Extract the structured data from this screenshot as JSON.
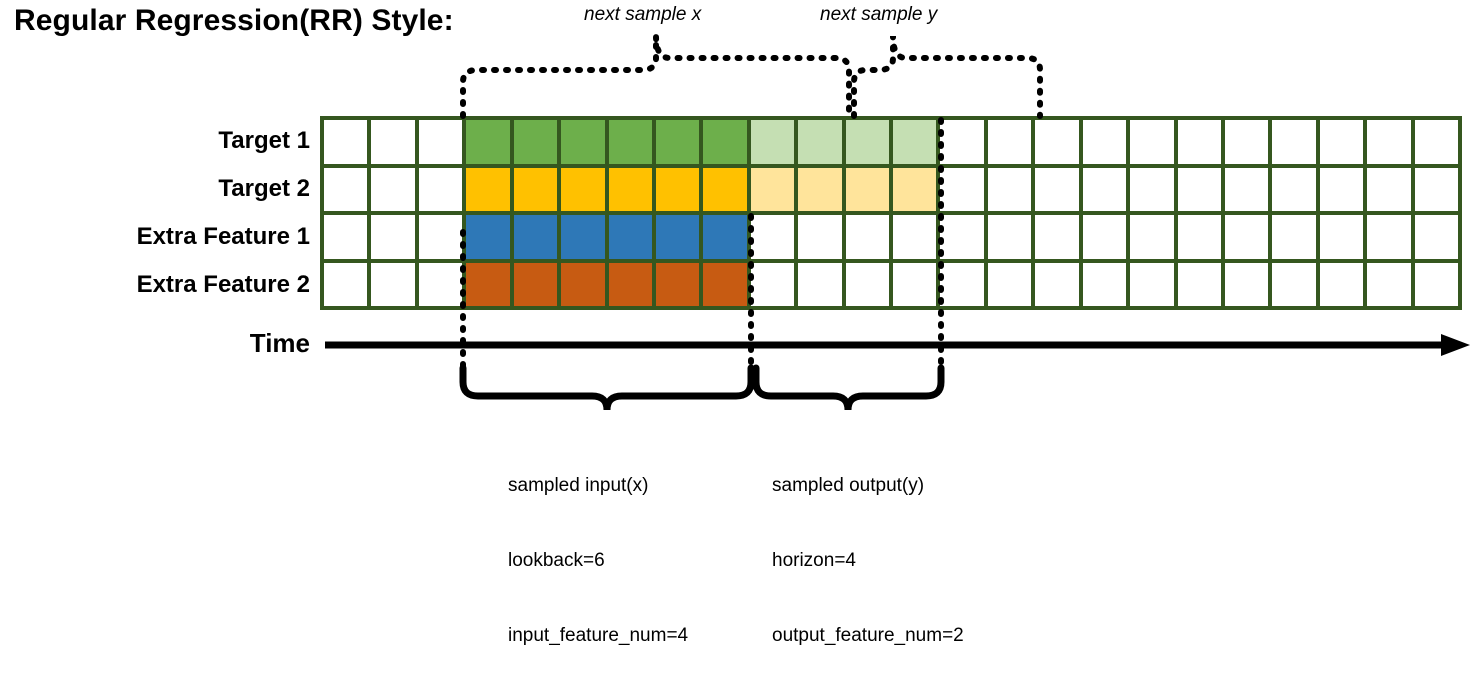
{
  "title": "Regular Regression(RR) Style:",
  "top_labels": {
    "next_x": "next sample x",
    "next_y": "next sample y"
  },
  "rows": [
    {
      "label": "Target 1",
      "color": "#6DAF4B",
      "faded_color": "#C5DFB3",
      "has_faded": true
    },
    {
      "label": "Target 2",
      "color": "#FFC100",
      "faded_color": "#FFE49B",
      "has_faded": true
    },
    {
      "label": "Extra Feature 1",
      "color": "#2E78B7",
      "faded_color": "",
      "has_faded": false
    },
    {
      "label": "Extra Feature 2",
      "color": "#C75B12",
      "faded_color": "",
      "has_faded": false
    }
  ],
  "grid": {
    "total_columns": 24,
    "leading_blank_columns": 3,
    "input_columns": 6,
    "output_columns": 4,
    "trailing_blank_columns": 11,
    "border_color": "#35571F",
    "empty_color": "#FFFFFF"
  },
  "time_axis": {
    "label": "Time"
  },
  "captions": {
    "input": {
      "line1": "sampled input(x)",
      "line2": "lookback=6",
      "line3": "input_feature_num=4"
    },
    "output": {
      "line1": "sampled output(y)",
      "line2": "horizon=4",
      "line3": "output_feature_num=2"
    }
  }
}
